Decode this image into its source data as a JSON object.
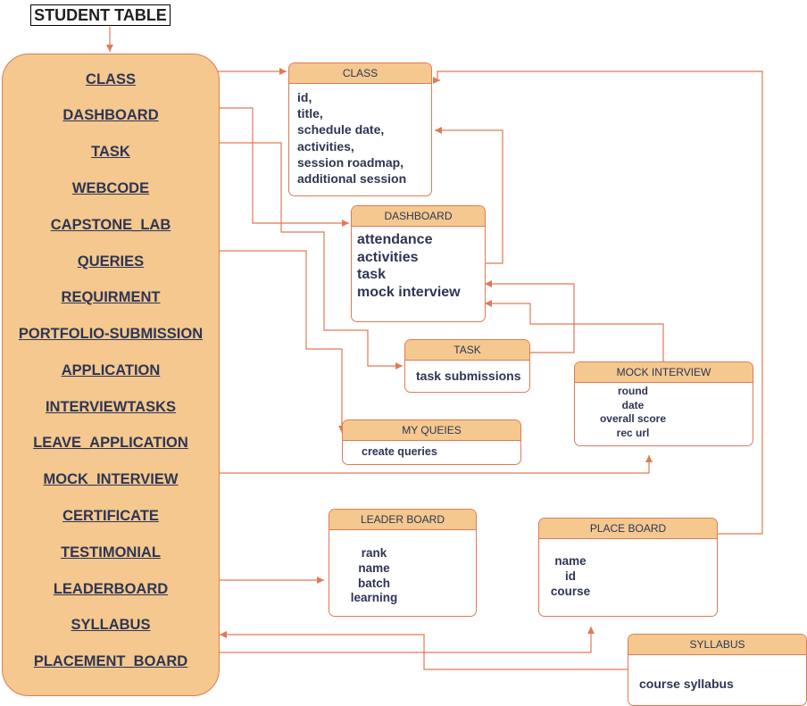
{
  "title": "STUDENT TABLE",
  "student_items": [
    "CLASS",
    "DASHBOARD",
    "TASK",
    "WEBCODE",
    "CAPSTONE_LAB",
    "QUERIES",
    "REQUIRMENT",
    "PORTFOLIO-SUBMISSION",
    "APPLICATION",
    "INTERVIEWTASKS",
    "LEAVE_APPLICATION",
    "MOCK_INTERVIEW",
    "CERTIFICATE",
    "TESTIMONIAL",
    "LEADERBOARD",
    "SYLLABUS",
    "PLACEMENT_BOARD"
  ],
  "entities": {
    "class": {
      "name": "CLASS",
      "fields": [
        "id,",
        "title,",
        "schedule date,",
        "activities,",
        "session roadmap,",
        "additional session"
      ]
    },
    "dashboard": {
      "name": "DASHBOARD",
      "fields": [
        "attendance",
        "activities",
        "task",
        "mock interview"
      ]
    },
    "task": {
      "name": "TASK",
      "fields": [
        "task submissions"
      ]
    },
    "mock_interview": {
      "name": "MOCK INTERVIEW",
      "fields": [
        "round",
        "date",
        "overall score",
        "rec url"
      ]
    },
    "my_queries": {
      "name": "MY QUEIES",
      "fields": [
        "create queries"
      ]
    },
    "leader_board": {
      "name": "LEADER BOARD",
      "fields": [
        "rank",
        "name",
        "batch",
        "learning"
      ]
    },
    "place_board": {
      "name": "PLACE BOARD",
      "fields": [
        "name",
        "id",
        "course"
      ]
    },
    "syllabus": {
      "name": "SYLLABUS",
      "fields": [
        "course syllabus"
      ]
    }
  },
  "colors": {
    "fill": "#f4c88e",
    "stroke": "#e07a55",
    "text": "#2e3554"
  }
}
